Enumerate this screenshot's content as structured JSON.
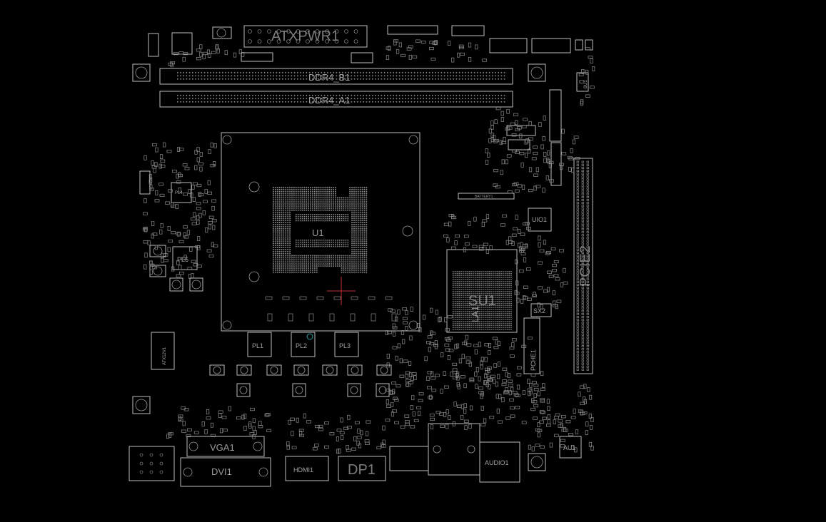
{
  "board": {
    "background": "#000000",
    "line_color": "#bdbdbd",
    "labels": {
      "atx_power": "ATXPWR1",
      "ddr_b": "DDR4_B1",
      "ddr_a": "DDR4_A1",
      "cpu": "U1",
      "pch": "SU1",
      "pch_sub": "LA1",
      "battery": "BATTERY1",
      "super_io": "UIO1",
      "pcie": "PCIE2",
      "crystal": "SX2",
      "pl1": "PL1",
      "pl2": "PL2",
      "pl3": "PL3",
      "pl4": "PL4",
      "pl5": "PL5",
      "atx12v": "ATX12V1",
      "vga": "VGA1",
      "dvi": "DVI1",
      "hdmi": "HDMI1",
      "dp": "DP1",
      "audio": "AUDIO1",
      "audio_codec": "AU1",
      "bios": "BU1",
      "pch_h": "PCHE1"
    }
  }
}
